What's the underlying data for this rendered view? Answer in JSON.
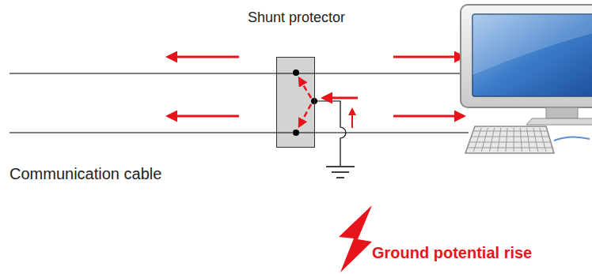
{
  "diagram": {
    "nodes": [
      {
        "text": [
          "Shunt protector"
        ]
      }
    ],
    "labels": [
      "Communication cable",
      "Ground potential rise"
    ]
  }
}
